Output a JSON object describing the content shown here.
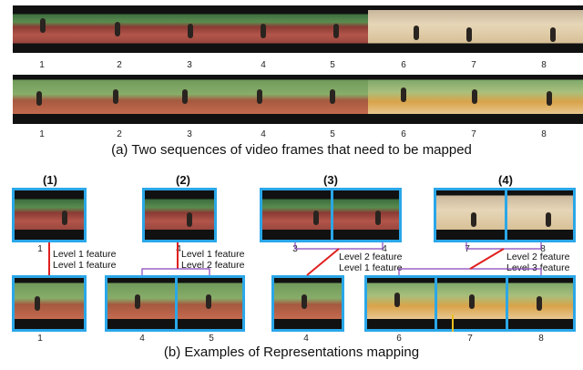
{
  "rows": {
    "top_numbers": [
      "1",
      "2",
      "3",
      "4",
      "5",
      "6",
      "7",
      "8"
    ],
    "middle_numbers": [
      "1",
      "2",
      "3",
      "4",
      "5",
      "6",
      "7",
      "8"
    ]
  },
  "captions": {
    "a": "(a) Two sequences of video frames that need to be mapped",
    "b": "(b) Examples of Representations mapping"
  },
  "groups": [
    {
      "label": "(1)",
      "top_number": "1",
      "bottom_numbers": [
        "1"
      ],
      "features": [
        "Level 1 feature",
        "Level 1 feature"
      ]
    },
    {
      "label": "(2)",
      "top_number": "4",
      "bottom_numbers": [
        "4",
        "5"
      ],
      "features": [
        "Level 1 feature",
        "Level 2 feature"
      ]
    },
    {
      "label": "(3)",
      "top_numbers": [
        "3",
        "4"
      ],
      "bottom_number": "4",
      "features": [
        "Level 2 feature",
        "Level 1 feature"
      ]
    },
    {
      "label": "(4)",
      "top_numbers": [
        "7",
        "8"
      ],
      "bottom_numbers": [
        "6",
        "7",
        "8"
      ],
      "features": [
        "Level 2 feature",
        "Level 3 feature"
      ]
    }
  ],
  "colors": {
    "frame_border": "#2aa7e8",
    "map_line": "#e02020",
    "bracket": "#8844bb"
  }
}
